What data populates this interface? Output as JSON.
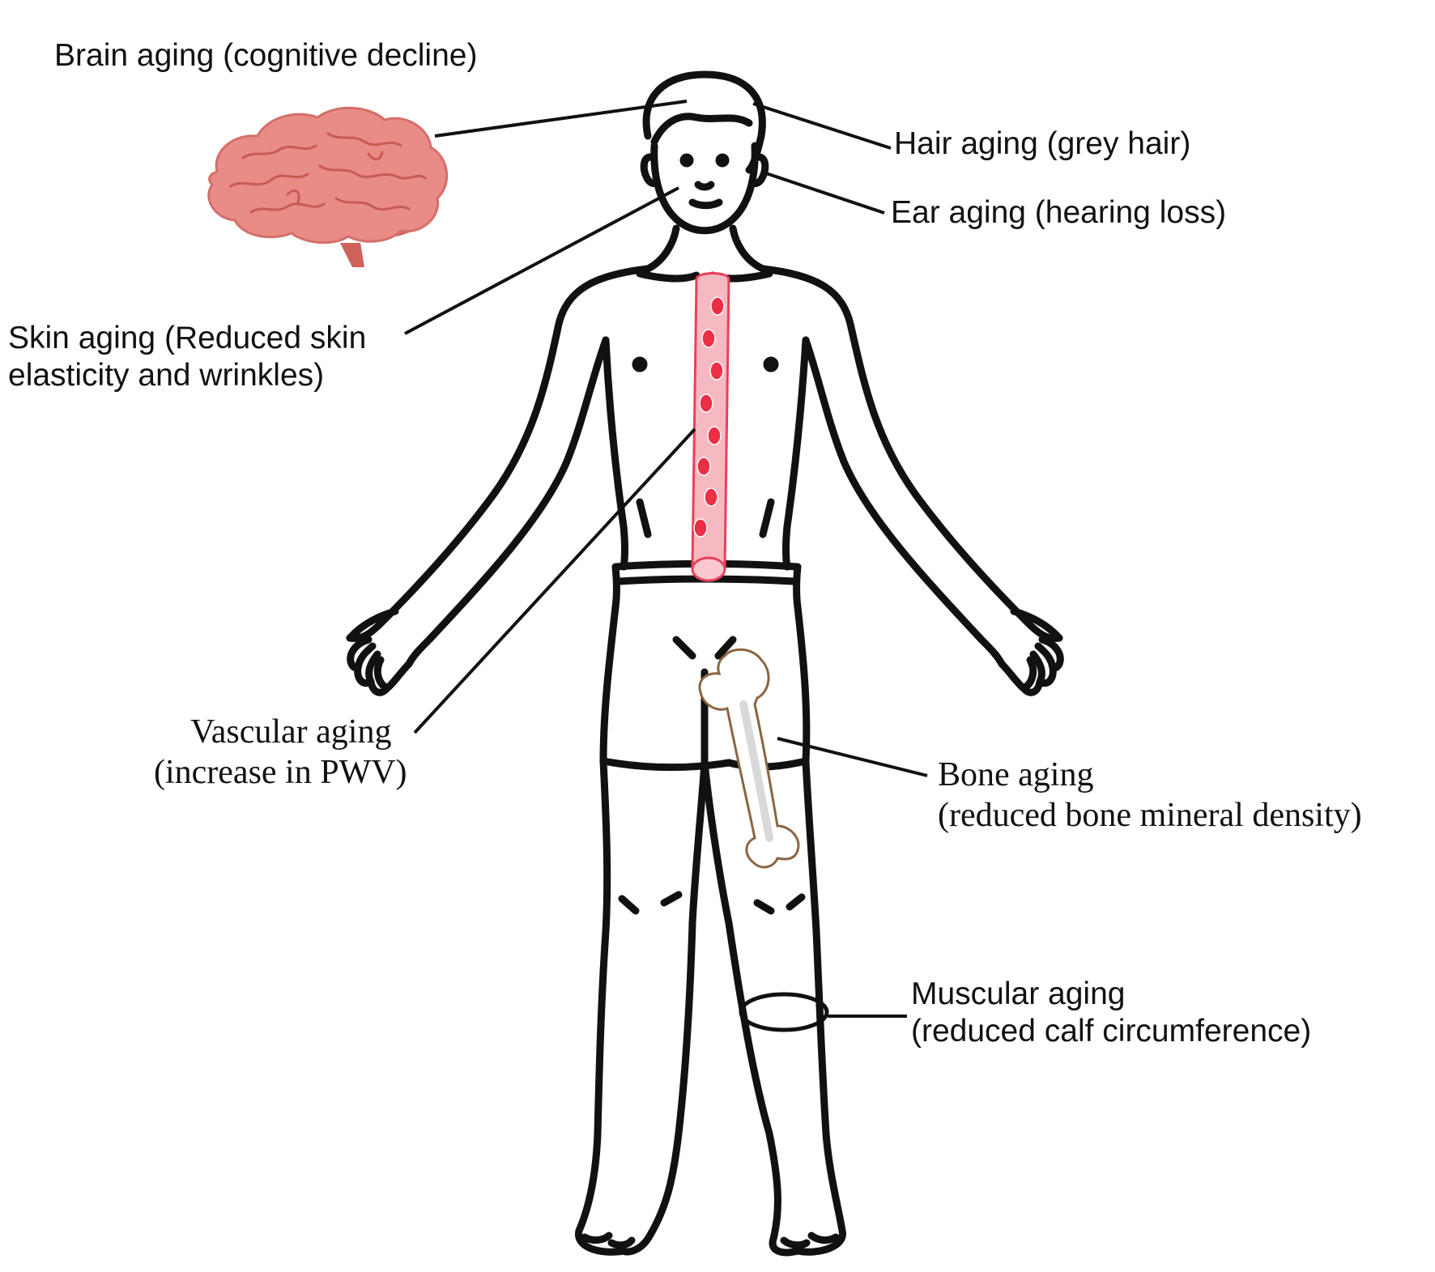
{
  "labels": {
    "brain": {
      "line1": "Brain aging (cognitive decline)"
    },
    "hair": {
      "line1": "Hair aging (grey hair)"
    },
    "ear": {
      "line1": "Ear aging (hearing loss)"
    },
    "skin": {
      "line1": "Skin aging (Reduced skin",
      "line2": "elasticity and wrinkles)"
    },
    "vascular": {
      "line1": "Vascular aging",
      "line2": "(increase in PWV)"
    },
    "bone": {
      "line1": "Bone aging",
      "line2": "(reduced bone mineral density)"
    },
    "muscular": {
      "line1": "Muscular aging",
      "line2": "(reduced calf circumference)"
    }
  },
  "icons": [
    "brain-icon",
    "blood-vessel-icon",
    "bone-icon",
    "calf-ring-icon",
    "human-body-outline"
  ],
  "colors": {
    "outline": "#111111",
    "brain_fill": "#e98b86",
    "brain_dark": "#d0625c",
    "vessel_fill": "#f7b9c1",
    "vessel_stroke": "#e9415a",
    "cell": "#ec2f45",
    "bone_fill": "#ffffff",
    "bone_stroke": "#8a6542",
    "bone_shade": "#d9d9d9"
  }
}
